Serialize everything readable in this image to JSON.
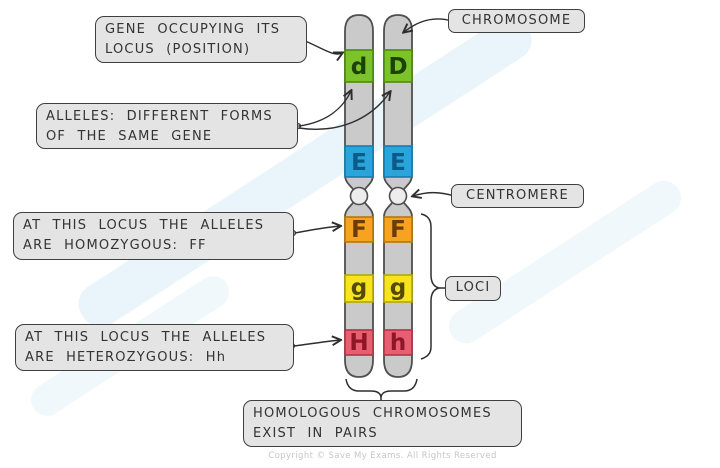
{
  "callouts": {
    "gene": {
      "line1": "GENE OCCUPYING ITS",
      "line2": "LOCUS (POSITION)"
    },
    "chromosome": {
      "text": "CHROMOSOME"
    },
    "alleles": {
      "line1": "ALLELES: DIFFERENT FORMS",
      "line2": "OF THE SAME GENE"
    },
    "centromere": {
      "text": "CENTROMERE"
    },
    "homozygous": {
      "line1": "AT THIS LOCUS THE ALLELES",
      "line2": "ARE HOMOZYGOUS: FF"
    },
    "loci": {
      "text": "LOCI"
    },
    "heterozygous": {
      "line1": "AT THIS LOCUS THE ALLELES",
      "line2": "ARE HETEROZYGOUS: Hh"
    },
    "homologous": {
      "line1": "HOMOLOGOUS CHROMOSOMES",
      "line2": "EXIST IN PAIRS"
    }
  },
  "chromosomes": {
    "left": {
      "alleles": [
        "d",
        "E",
        "F",
        "g",
        "H"
      ]
    },
    "right": {
      "alleles": [
        "D",
        "E",
        "F",
        "g",
        "h"
      ]
    },
    "body_color": "#cacaca",
    "band_colors": {
      "green": "#7cc22b",
      "blue": "#29a5dc",
      "orange": "#f6a41f",
      "yellow": "#f5e41e",
      "red": "#e85f72"
    }
  },
  "footer": {
    "copyright": "Copyright © Save My Exams. All Rights Reserved"
  }
}
